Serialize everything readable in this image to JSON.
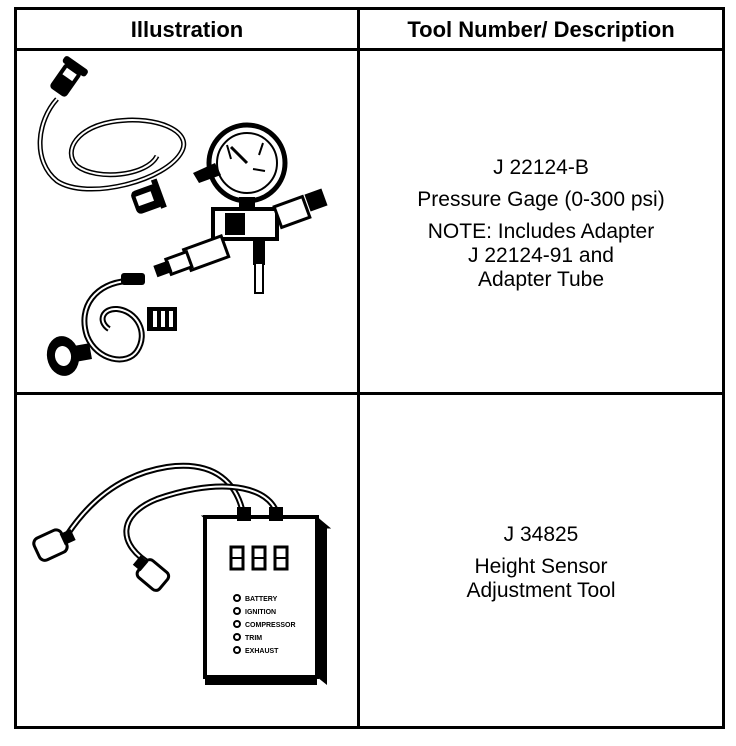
{
  "table": {
    "headers": {
      "illustration": "Illustration",
      "tool": "Tool Number/ Description"
    },
    "rows": [
      {
        "tool_number": "J 22124-B",
        "description": "Pressure Gage (0-300 psi)",
        "note_lines": [
          "NOTE: Includes Adapter",
          "J 22124-91 and",
          "Adapter Tube"
        ]
      },
      {
        "tool_number": "J 34825",
        "description_lines": [
          "Height Sensor",
          "Adjustment Tool"
        ],
        "indicator_labels": [
          "BATTERY",
          "IGNITION",
          "COMPRESSOR",
          "TRIM",
          "EXHAUST"
        ]
      }
    ]
  }
}
